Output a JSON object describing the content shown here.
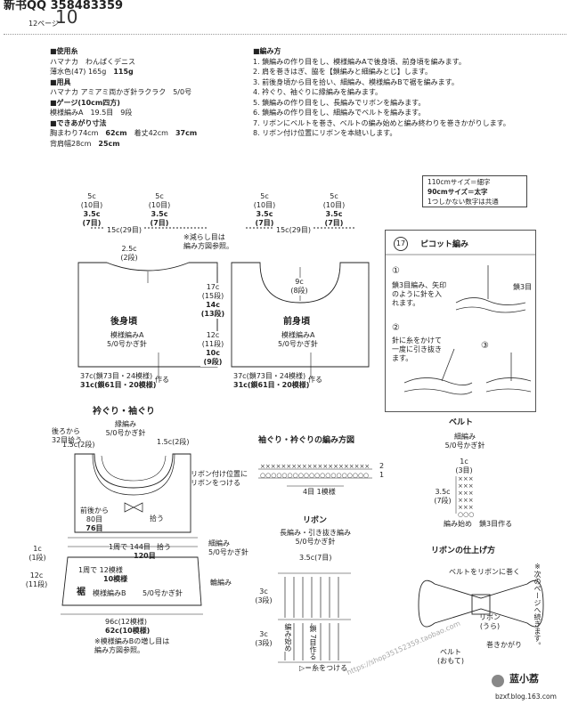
{
  "header": {
    "title": "新书QQ 358483359",
    "page_label": "12ページ",
    "page_number": "10"
  },
  "materials": {
    "yarn_title": "■使用糸",
    "yarn_line1": "ハマナカ　わんぱくデニス",
    "yarn_line2_a": "薄水色(47) 165g",
    "yarn_line2_b": "115g",
    "tools_title": "■用具",
    "tools_line": "ハマナカ アミアミ両かぎ針ラクラク　5/0号",
    "gauge_title": "■ゲージ(10cm四方)",
    "gauge_line": "模様編みA　19.5目　9段",
    "size_title": "■できあがり寸法",
    "size_line1_a": "胸まわり74cm",
    "size_line1_b": "62cm",
    "size_line1_c": "着丈42cm",
    "size_line1_d": "37cm",
    "size_line2_a": "背肩幅28cm",
    "size_line2_b": "25cm"
  },
  "instructions": {
    "title": "■編み方",
    "steps": [
      "1. 鎖編みの作り目をし、模様編みAで後身頃、前身頃を編みます。",
      "2. 肩を巻きはぎ、脇を【鎖編みと細編みとじ】します。",
      "3. 前後身頃から目を拾い、細編み、模様編みBで裾を編みます。",
      "4. 衿ぐり、袖ぐりに縁編みを編みます。",
      "5. 鎖編みの作り目をし、長編みでリボンを編みます。",
      "6. 鎖編みの作り目をし、細編みでベルトを編みます。",
      "7. リボンにベルトを巻き、ベルトの編み始めと編み終わりを巻きかがりします。",
      "8. リボン付け位置にリボンを本縫いします。"
    ]
  },
  "size_legend": {
    "line1": "110cmサイズ＝細字",
    "line2": "90cmサイズ＝太字",
    "line3": "1つしかない数字は共通"
  },
  "back_body": {
    "shoulder_l": [
      "5c",
      "(10目)",
      "3.5c",
      "(7目)"
    ],
    "shoulder_r": [
      "5c",
      "(10目)",
      "3.5c",
      "(7目)"
    ],
    "width_top": "15c(29目)",
    "neck": [
      "2.5c",
      "(2段)"
    ],
    "note": [
      "※減らし目は",
      "編み方図参照。"
    ],
    "name": "後身頃",
    "pattern": "模様編みA",
    "hook": "5/0号かぎ針",
    "height_upper": [
      "17c",
      "(15段)",
      "14c",
      "(13段)"
    ],
    "height_lower": [
      "12c",
      "(11段)",
      "10c",
      "(9段)"
    ],
    "width_bottom_a": "37c(鎖73目・24模様)",
    "width_bottom_b": "31c(鎖61目・20模様)",
    "make": "作る"
  },
  "front_body": {
    "shoulder_l": [
      "5c",
      "(10目)",
      "3.5c",
      "(7目)"
    ],
    "shoulder_r": [
      "5c",
      "(10目)",
      "3.5c",
      "(7目)"
    ],
    "width_top": "15c(29目)",
    "neck": [
      "9c",
      "(8段)"
    ],
    "name": "前身頃",
    "pattern": "模様編みA",
    "hook": "5/0号かぎ針",
    "width_bottom_a": "37c(鎖73目・24模様)",
    "width_bottom_b": "31c(鎖61目・20模様)",
    "make": "作る"
  },
  "assembly": {
    "title": "衿ぐり・袖ぐり",
    "edge": [
      "縁編み",
      "5/0号かぎ針"
    ],
    "back_pick": [
      "後ろから",
      "32目拾う"
    ],
    "side_l": [
      "1.5c(2段)"
    ],
    "side_r": [
      "1.5c(2段)"
    ],
    "ribbon_pos": [
      "リボン付け位置に",
      "リボンをつける"
    ],
    "front_back": [
      "前後から",
      "80目",
      "76目",
      "拾う"
    ],
    "round1": "1周で",
    "round1_n": "144目",
    "round1_b": "120目",
    "pick": "拾う",
    "round2": "1周で",
    "round2_n": "12模様",
    "round2_b": "10模様",
    "edge2": [
      "細編み",
      "5/0号かぎ針"
    ],
    "side_1c": [
      "1c",
      "(1段)"
    ],
    "side_12c": [
      "12c",
      "(11段)"
    ],
    "skirt": "裾",
    "skirt_pattern": "模様編みB",
    "skirt_hook": "5/0号かぎ針",
    "border": "輪編み",
    "bottom_a": "96c(12模様)",
    "bottom_b": "62c(10模様)",
    "note": [
      "※模様編みBの増し目は",
      "編み方図参照。"
    ]
  },
  "edge_chart": {
    "title": "袖ぐり・衿ぐりの編み方図",
    "repeat": "4目 1模様",
    "row2": "2",
    "row1": "1"
  },
  "picot": {
    "num": "17",
    "title": "ピコット編み",
    "step1": [
      "鎖3目編み、矢印",
      "のように針を入",
      "れます。"
    ],
    "step1_label": "鎖3目",
    "step2": [
      "針に糸をかけて",
      "一度に引き抜き",
      "ます。"
    ],
    "step3": "③"
  },
  "belt": {
    "title": "ベルト",
    "method": [
      "細編み",
      "5/0号かぎ針"
    ],
    "w": [
      "1c",
      "(3目)"
    ],
    "h": [
      "3.5c",
      "(7段)"
    ],
    "start": "編み始め　鎖3目作る"
  },
  "ribbon": {
    "title": "リボン",
    "method": [
      "長編み・引き抜き編み",
      "5/0号かぎ針"
    ],
    "width": "3.5c(7目)",
    "h1": [
      "3c",
      "(3段)"
    ],
    "h2": [
      "3c",
      "(3段)"
    ],
    "start": [
      "編み始め"
    ],
    "make": [
      "鎖",
      "7目作る"
    ],
    "thread": "▷＝糸をつける"
  },
  "finish": {
    "title": "リボンの仕上げ方",
    "belt": "ベルトをリボンに巻く",
    "ribbon_back": [
      "リボン",
      "(うら)"
    ],
    "next": [
      "※次のページへ続きます。"
    ],
    "sew": "巻きかがり",
    "belt2": [
      "ベルト",
      "(おもて)"
    ]
  },
  "footer": {
    "brand": "蓝小荔",
    "site": "bzxf.blog.163.com",
    "watermark": "https://shop35152359.taobao.com"
  }
}
